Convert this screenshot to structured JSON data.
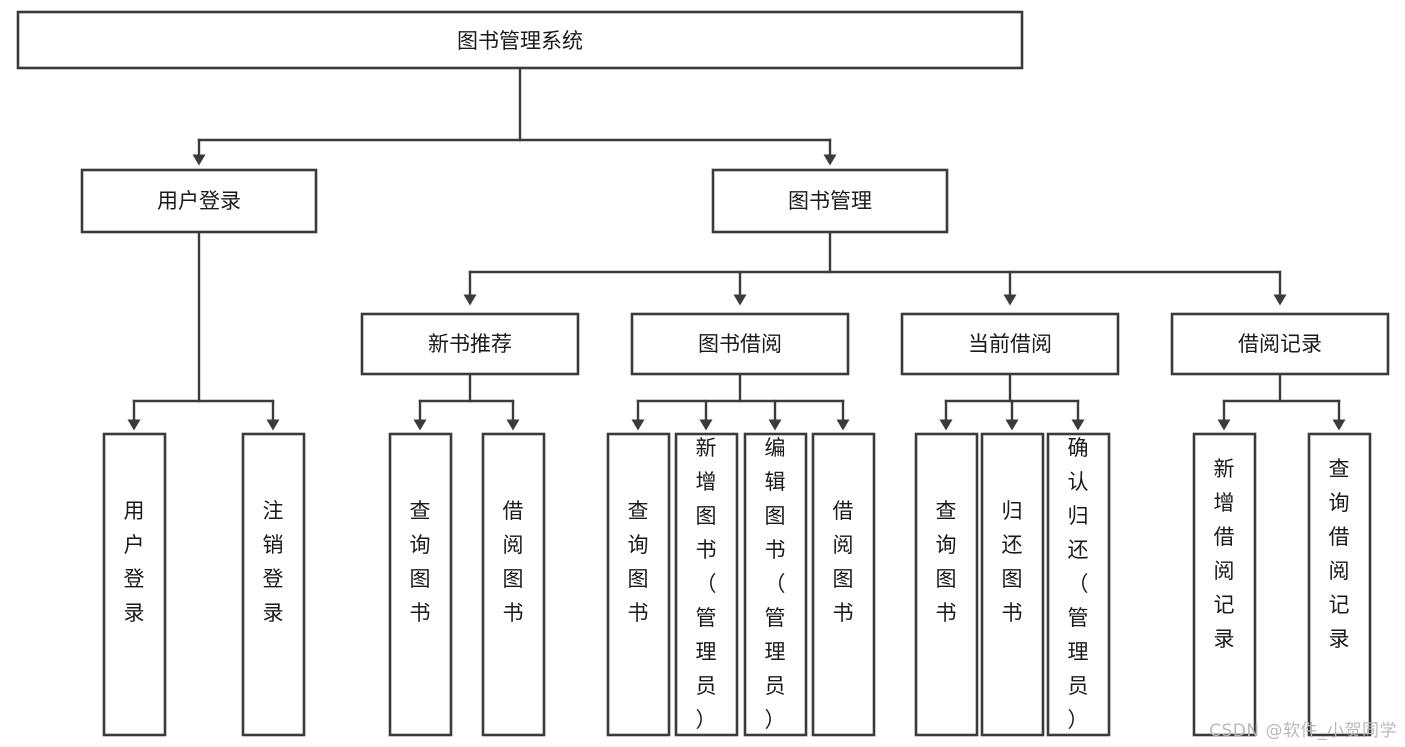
{
  "diagram": {
    "type": "tree-hierarchy",
    "title": "图书管理系统",
    "watermark": "CSDN @软件_小贺同学",
    "colors": {
      "stroke": "#3b3b3b",
      "fill": "#ffffff",
      "text": "#1a1a1a",
      "watermark": "#b9b9b9",
      "background": "#ffffff"
    },
    "levels": {
      "level1": [
        "图书管理系统"
      ],
      "level2": [
        "用户登录",
        "图书管理"
      ],
      "level3": [
        "新书推荐",
        "图书借阅",
        "当前借阅",
        "借阅记录"
      ],
      "level4": [
        "用户登录",
        "注销登录",
        "查询图书",
        "借阅图书",
        "查询图书",
        "新增图书（管理员）",
        "编辑图书（管理员）",
        "借阅图书",
        "查询图书",
        "归还图书",
        "确认归还（管理员）",
        "新增借阅记录",
        "查询借阅记录"
      ]
    },
    "nodes": {
      "root": {
        "label": "图书管理系统"
      },
      "user_login": {
        "label": "用户登录"
      },
      "book_manage": {
        "label": "图书管理"
      },
      "new_book_rec": {
        "label": "新书推荐"
      },
      "book_borrow": {
        "label": "图书借阅"
      },
      "current_borrow": {
        "label": "当前借阅"
      },
      "borrow_record": {
        "label": "借阅记录"
      },
      "leaf_user_login": {
        "label": "用户登录"
      },
      "leaf_logout": {
        "label": "注销登录"
      },
      "leaf_query_book_1": {
        "label": "查询图书"
      },
      "leaf_borrow_book_1": {
        "label": "借阅图书"
      },
      "leaf_query_book_2": {
        "label": "查询图书"
      },
      "leaf_add_book": {
        "label": "新增图书（管理员）"
      },
      "leaf_edit_book": {
        "label": "编辑图书（管理员）"
      },
      "leaf_borrow_book_2": {
        "label": "借阅图书"
      },
      "leaf_query_book_3": {
        "label": "查询图书"
      },
      "leaf_return_book": {
        "label": "归还图书"
      },
      "leaf_confirm_return": {
        "label": "确认归还（管理员）"
      },
      "leaf_add_record": {
        "label": "新增借阅记录"
      },
      "leaf_query_record": {
        "label": "查询借阅记录"
      }
    },
    "edges": [
      {
        "from": "root",
        "to": "user_login"
      },
      {
        "from": "root",
        "to": "book_manage"
      },
      {
        "from": "user_login",
        "to": "leaf_user_login"
      },
      {
        "from": "user_login",
        "to": "leaf_logout"
      },
      {
        "from": "book_manage",
        "to": "new_book_rec"
      },
      {
        "from": "book_manage",
        "to": "book_borrow"
      },
      {
        "from": "book_manage",
        "to": "current_borrow"
      },
      {
        "from": "book_manage",
        "to": "borrow_record"
      },
      {
        "from": "new_book_rec",
        "to": "leaf_query_book_1"
      },
      {
        "from": "new_book_rec",
        "to": "leaf_borrow_book_1"
      },
      {
        "from": "book_borrow",
        "to": "leaf_query_book_2"
      },
      {
        "from": "book_borrow",
        "to": "leaf_add_book"
      },
      {
        "from": "book_borrow",
        "to": "leaf_edit_book"
      },
      {
        "from": "book_borrow",
        "to": "leaf_borrow_book_2"
      },
      {
        "from": "current_borrow",
        "to": "leaf_query_book_3"
      },
      {
        "from": "current_borrow",
        "to": "leaf_return_book"
      },
      {
        "from": "current_borrow",
        "to": "leaf_confirm_return"
      },
      {
        "from": "borrow_record",
        "to": "leaf_add_record"
      },
      {
        "from": "borrow_record",
        "to": "leaf_query_record"
      }
    ]
  }
}
